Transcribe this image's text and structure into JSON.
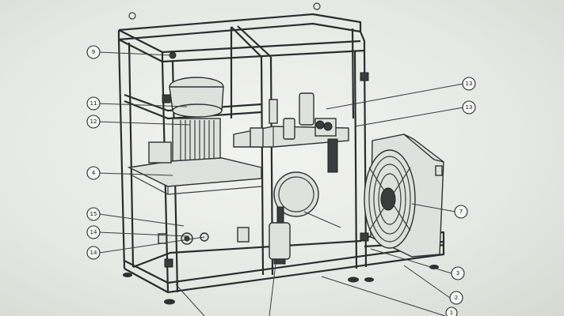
{
  "balloons": [
    {
      "id": "b9",
      "label": "9"
    },
    {
      "id": "b11",
      "label": "11"
    },
    {
      "id": "b12",
      "label": "12"
    },
    {
      "id": "b4",
      "label": "4"
    },
    {
      "id": "b15",
      "label": "15"
    },
    {
      "id": "b14a",
      "label": "14"
    },
    {
      "id": "b14b",
      "label": "14"
    },
    {
      "id": "b13a",
      "label": "13"
    },
    {
      "id": "b13b",
      "label": "13"
    },
    {
      "id": "b7",
      "label": "7"
    },
    {
      "id": "b3",
      "label": "3"
    },
    {
      "id": "b2",
      "label": "2"
    },
    {
      "id": "b1",
      "label": "1"
    }
  ]
}
